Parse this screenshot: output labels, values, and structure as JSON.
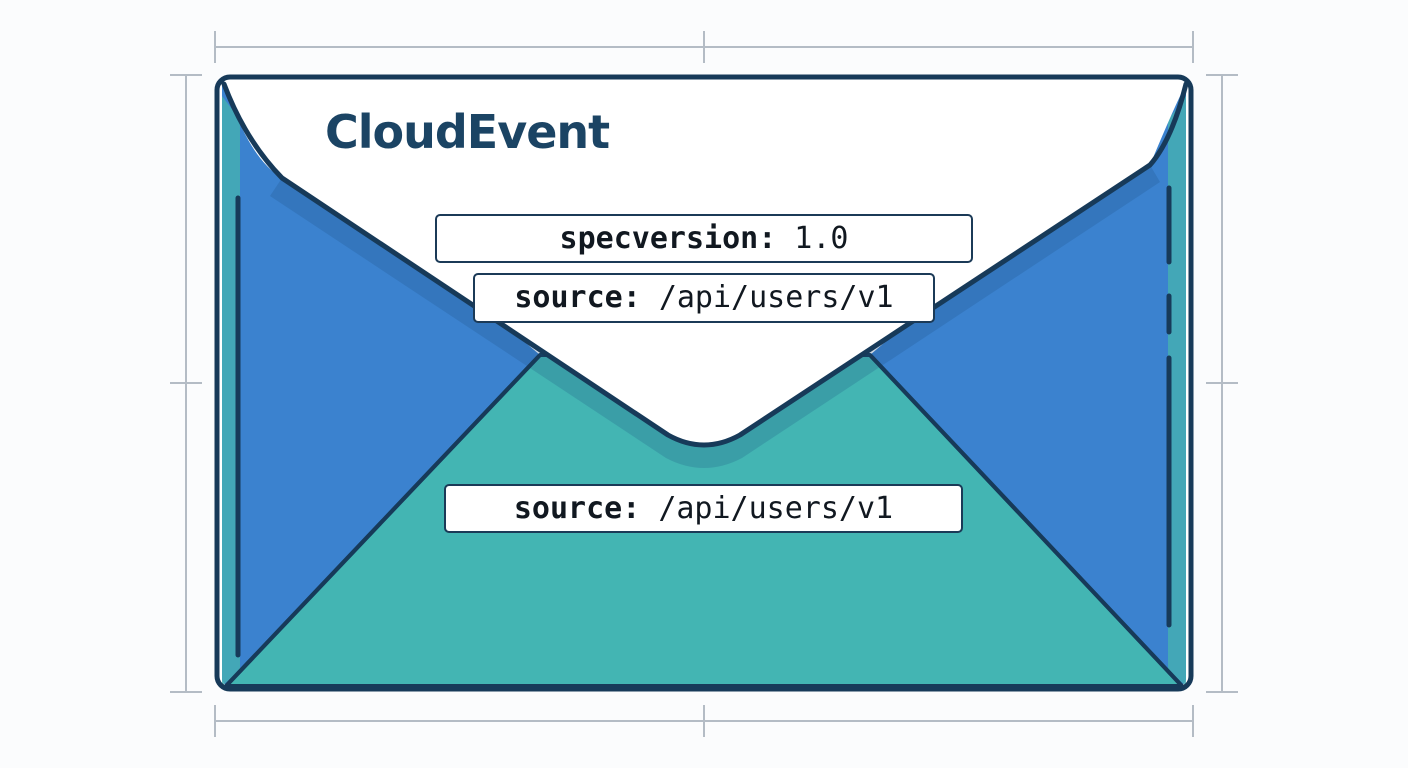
{
  "envelope": {
    "title": "CloudEvent"
  },
  "attributes": [
    {
      "key": "specversion",
      "separator": ":",
      "value": "1.0"
    },
    {
      "key": "source",
      "separator": ":",
      "value": "/api/users/v1"
    },
    {
      "key": "source",
      "separator": ":",
      "value": "/api/users/v1"
    }
  ],
  "colors": {
    "outline": "#173a59",
    "side_flaps": "#3b82cf",
    "bottom_flap": "#43b5b3",
    "paper": "#ffffff",
    "dimension_lines": "#b4bcc5",
    "title_text": "#1b4464"
  }
}
